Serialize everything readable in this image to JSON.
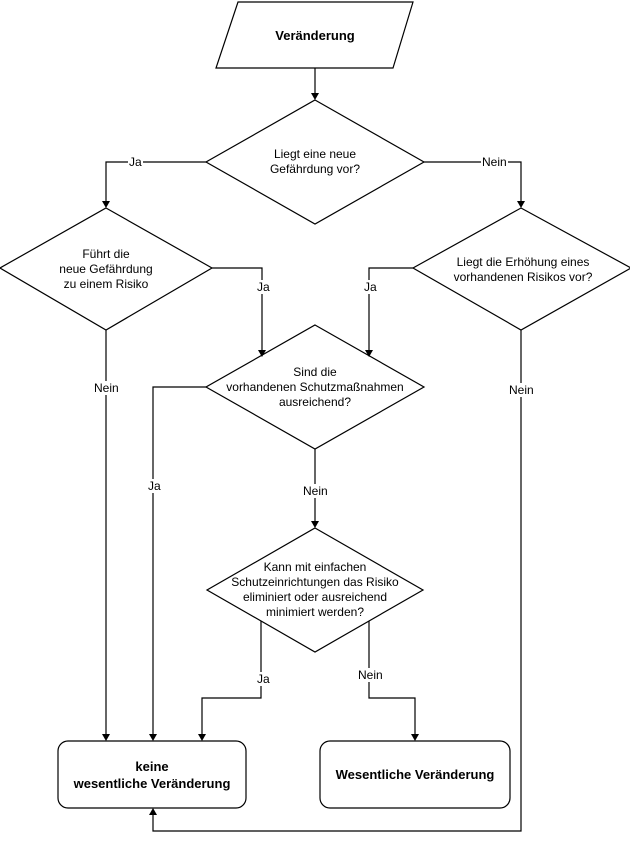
{
  "nodes": {
    "start": "Veränderung",
    "q_new_hazard": "Liegt eine neue\nGefährdung vor?",
    "q_leads_to_risk": "Führt die\nneue Gefährdung\nzu einem Risiko",
    "q_risk_increase": "Liegt die Erhöhung eines\nvorhandenen Risikos vor?",
    "q_measures_sufficient": "Sind die\nvorhandenen Schutzmaßnahmen\nausreichend?",
    "q_simple_devices": "Kann mit einfachen\nSchutzeinrichtungen das Risiko\neliminiert oder ausreichend\nminimiert werden?",
    "end_not_significant": "keine\nwesentliche Veränderung",
    "end_significant": "Wesentliche Veränderung"
  },
  "edge_labels": {
    "new_hazard_yes": "Ja",
    "new_hazard_no": "Nein",
    "leads_to_risk_yes": "Ja",
    "leads_to_risk_no": "Nein",
    "risk_increase_yes": "Ja",
    "risk_increase_no": "Nein",
    "measures_yes": "Ja",
    "measures_no": "Nein",
    "simple_yes": "Ja",
    "simple_no": "Nein"
  }
}
